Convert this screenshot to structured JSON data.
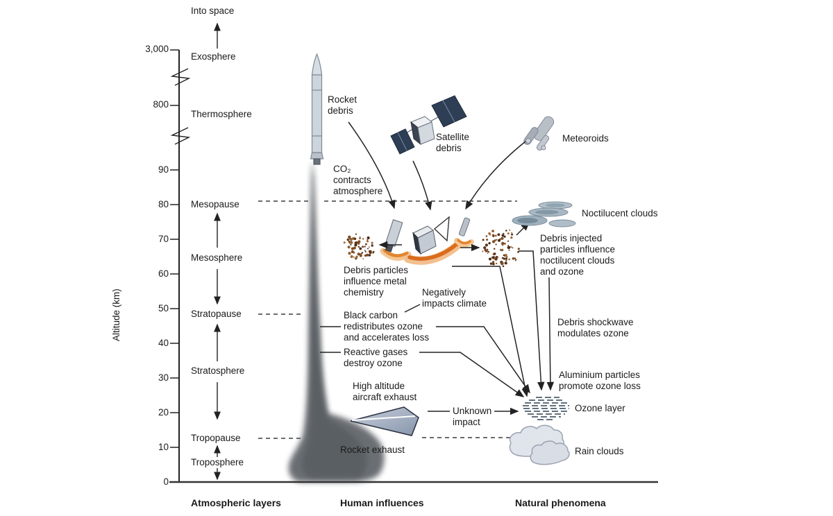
{
  "axis": {
    "label": "Altitude (km)",
    "tick_labels": [
      "3,000",
      "800",
      "90",
      "80",
      "70",
      "60",
      "50",
      "40",
      "30",
      "20",
      "10",
      "0"
    ]
  },
  "layers": {
    "into_space": "Into space",
    "exosphere": "Exosphere",
    "thermosphere": "Thermosphere",
    "mesopause": "Mesopause",
    "mesosphere": "Mesosphere",
    "stratopause": "Stratopause",
    "stratosphere": "Stratosphere",
    "tropopause": "Tropopause",
    "troposphere": "Troposphere"
  },
  "human": {
    "rocket_debris": "Rocket\ndebris",
    "co2": "CO₂\ncontracts\natmosphere",
    "debris_particles": "Debris particles\ninfluence metal\nchemistry",
    "negatively": "Negatively\nimpacts climate",
    "black_carbon": "Black carbon\nredistributes ozone\nand accelerates loss",
    "reactive_gases": "Reactive gases\ndestroy ozone",
    "high_altitude": "High altitude\naircraft exhaust",
    "unknown_impact": "Unknown\nimpact",
    "rocket_exhaust": "Rocket exhaust"
  },
  "natural": {
    "satellite_debris": "Satellite\ndebris",
    "meteoroids": "Meteoroids",
    "noctilucent": "Noctilucent clouds",
    "debris_injected": "Debris injected\nparticles influence\nnoctilucent clouds\nand ozone",
    "shockwave": "Debris shockwave\nmodulates ozone",
    "aluminium": "Aluminium particles\npromote ozone loss",
    "ozone_layer": "Ozone layer",
    "rain_clouds": "Rain clouds"
  },
  "footer": {
    "atmospheric": "Atmospheric layers",
    "human": "Human influences",
    "natural": "Natural phenomena"
  },
  "colors": {
    "ink": "#1c1c1c",
    "panel_navy": "#2d3e55",
    "rocket_body": "#ccd4dd",
    "plume_grey": "#64686d",
    "flame_orange": "#d96c1e",
    "debris_brown": "#6f4322",
    "noctilucent_blue": "#a9b8c2",
    "rain_cloud": "#dde2ea",
    "ozone_slate": "#2f4052"
  }
}
